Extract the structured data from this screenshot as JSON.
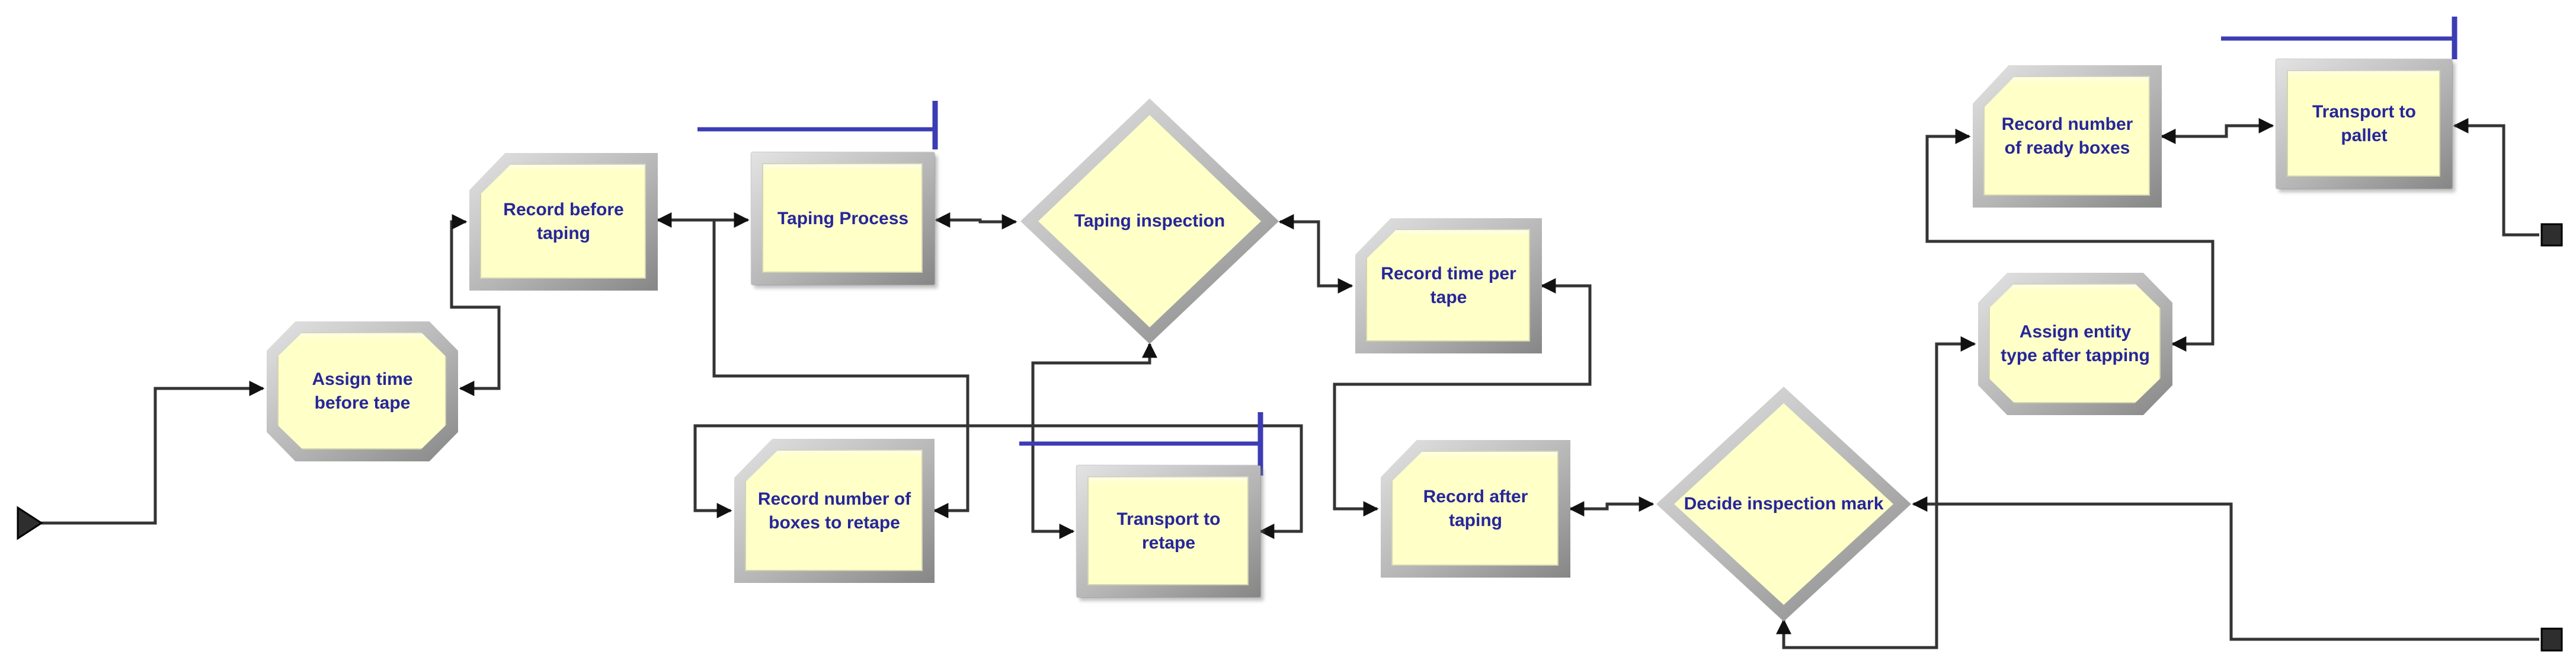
{
  "app": {
    "kind": "simulation-model-flowchart"
  },
  "colors": {
    "canvas_bg": "#ffffff",
    "block_fill": "#ffffc8",
    "bevel_light": "#e3e3e3",
    "bevel_mid": "#b5b5b5",
    "bevel_dark": "#868686",
    "label_text": "#26269b",
    "connector": "#343434",
    "queue_line": "#3c3cb4",
    "terminal_fill": "#2e2e2e"
  },
  "nodes": {
    "assign_time": {
      "label": "Assign time before tape",
      "type": "assign"
    },
    "record_before": {
      "label": "Record before taping",
      "type": "record"
    },
    "taping_process": {
      "label": "Taping Process",
      "type": "process"
    },
    "taping_inspection": {
      "label": "Taping inspection",
      "type": "decide"
    },
    "record_time": {
      "label": "Record time per tape",
      "type": "record"
    },
    "record_boxes_retape": {
      "label": "Record number of boxes to retape",
      "type": "record"
    },
    "transport_retape": {
      "label": "Transport to retape",
      "type": "process"
    },
    "record_after": {
      "label": "Record after taping",
      "type": "record"
    },
    "decide_inspection": {
      "label": "Decide inspection mark",
      "type": "decide"
    },
    "assign_entity": {
      "label": "Assign entity type after tapping",
      "type": "assign"
    },
    "record_ready": {
      "label": "Record number of ready boxes",
      "type": "record"
    },
    "transport_pallet": {
      "label": "Transport to pallet",
      "type": "process"
    }
  },
  "terminals": {
    "start": {
      "name": "model-start-arrow"
    },
    "end_top": {
      "name": "model-end-square-top"
    },
    "end_bottom": {
      "name": "model-end-square-bottom"
    }
  },
  "queues": {
    "taping_process_queue": {
      "name": "taping-process-queue-line"
    },
    "transport_retape_queue": {
      "name": "transport-retape-queue-line"
    },
    "transport_pallet_queue": {
      "name": "transport-pallet-queue-line"
    }
  }
}
